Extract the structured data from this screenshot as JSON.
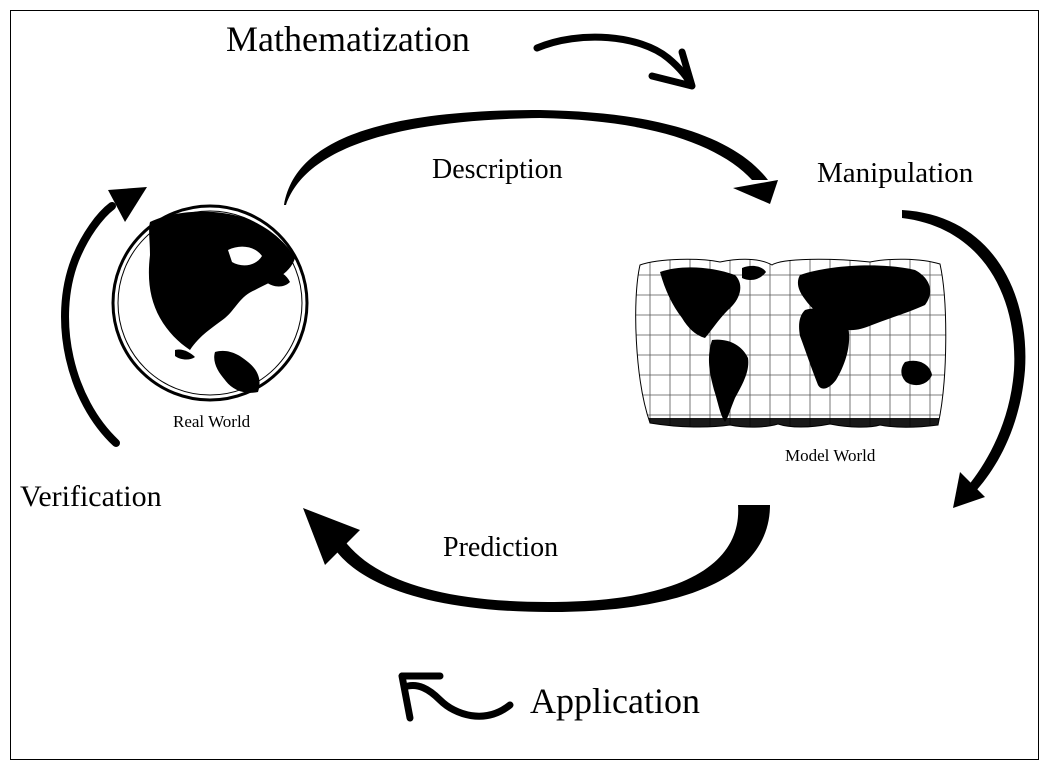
{
  "labels": {
    "mathematization": "Mathematization",
    "description": "Description",
    "manipulation": "Manipulation",
    "verification": "Verification",
    "prediction": "Prediction",
    "application": "Application",
    "real_world": "Real World",
    "model_world": "Model World"
  },
  "colors": {
    "ink": "#000000",
    "paper": "#ffffff"
  },
  "icons": [
    "globe-icon",
    "world-map-icon"
  ]
}
